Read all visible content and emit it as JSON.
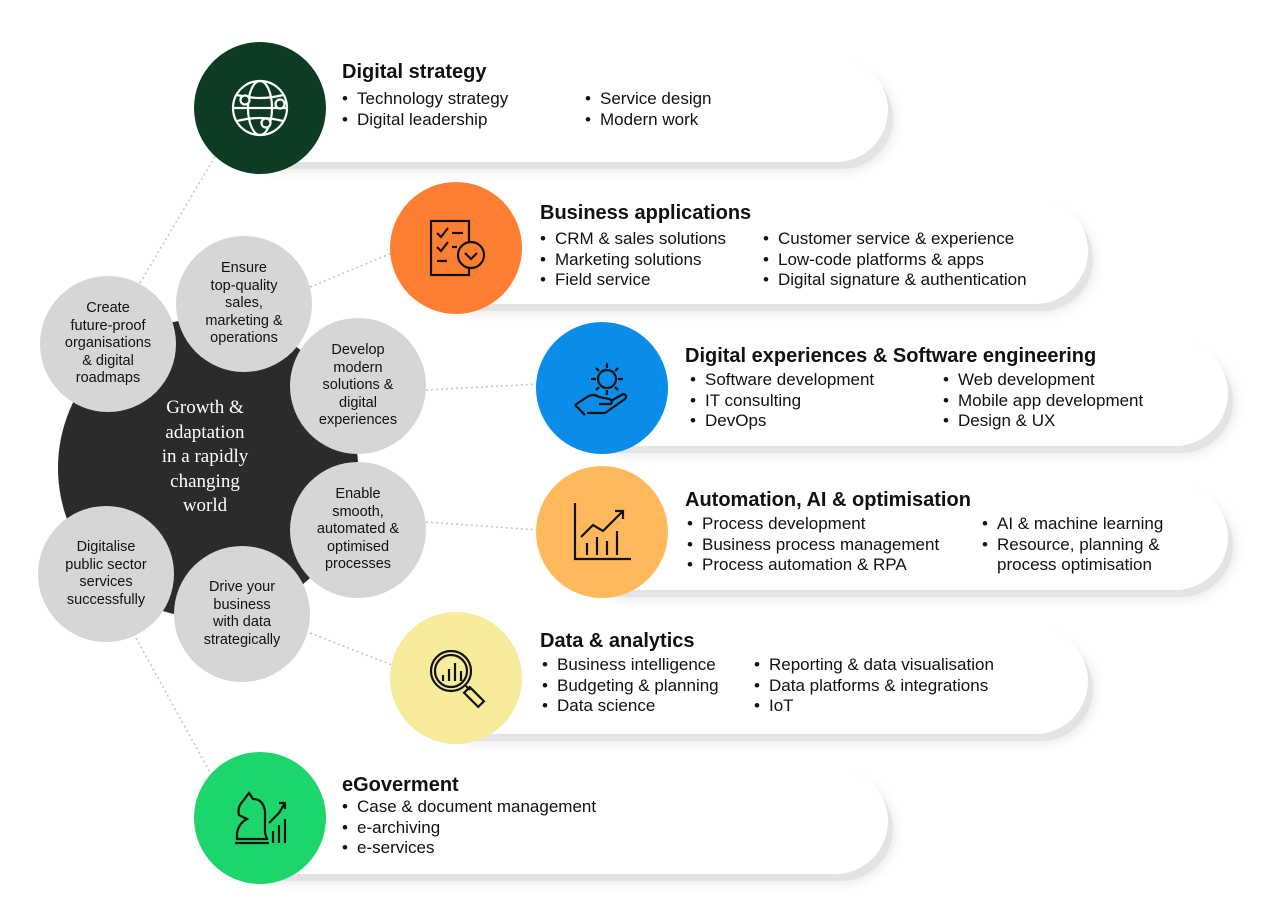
{
  "center": {
    "lines": [
      "Growth &",
      "adaptation",
      "in a rapidly",
      "changing",
      "world"
    ]
  },
  "goals": [
    {
      "lines": [
        "Create",
        "future-proof",
        "organisations",
        "& digital",
        "roadmaps"
      ]
    },
    {
      "lines": [
        "Ensure",
        "top-quality",
        "sales,",
        "marketing &",
        "operations"
      ]
    },
    {
      "lines": [
        "Develop",
        "modern",
        "solutions &",
        "digital",
        "experiences"
      ]
    },
    {
      "lines": [
        "Enable",
        "smooth,",
        "automated &",
        "optimised",
        "processes"
      ]
    },
    {
      "lines": [
        "Digitalise",
        "public sector",
        "services",
        "successfully"
      ]
    },
    {
      "lines": [
        "Drive your",
        "business",
        "with data",
        "strategically"
      ]
    }
  ],
  "services": [
    {
      "title": "Digital strategy",
      "icon": "globe-network-icon",
      "color": "#0d3b23",
      "col1": [
        "Technology strategy",
        "Digital leadership"
      ],
      "col2": [
        "Service design",
        "Modern work"
      ]
    },
    {
      "title": "Business applications",
      "icon": "checklist-clock-icon",
      "color": "#ff7f32",
      "col1": [
        "CRM & sales solutions",
        "Marketing solutions",
        "Field service"
      ],
      "col2": [
        "Customer service & experience",
        "Low-code platforms & apps",
        "Digital signature & authentication"
      ]
    },
    {
      "title": "Digital experiences & Software engineering",
      "icon": "hand-gear-icon",
      "color": "#0a8de8",
      "col1": [
        "Software development",
        "IT consulting",
        "DevOps"
      ],
      "col2": [
        "Web development",
        "Mobile app development",
        "Design & UX"
      ]
    },
    {
      "title": "Automation, AI & optimisation",
      "icon": "growth-chart-icon",
      "color": "#ffb95c",
      "col1": [
        "Process development",
        "Business process management",
        "Process automation & RPA"
      ],
      "col2": [
        "AI & machine learning",
        "Resource, planning & process optimisation"
      ]
    },
    {
      "title": "Data & analytics",
      "icon": "magnifier-chart-icon",
      "color": "#f7ec9b",
      "col1": [
        "Business intelligence",
        "Budgeting & planning",
        "Data science"
      ],
      "col2": [
        "Reporting & data visualisation",
        "Data platforms & integrations",
        "IoT"
      ]
    },
    {
      "title": "eGoverment",
      "icon": "chess-knight-chart-icon",
      "color": "#1dd66b",
      "col1": [
        "Case & document management",
        "e-archiving",
        "e-services"
      ],
      "col2": []
    }
  ],
  "colors": {
    "center_dark": "#2b2b2b",
    "goal_bubble": "#d6d6d6",
    "connector": "#c4c4c4"
  }
}
